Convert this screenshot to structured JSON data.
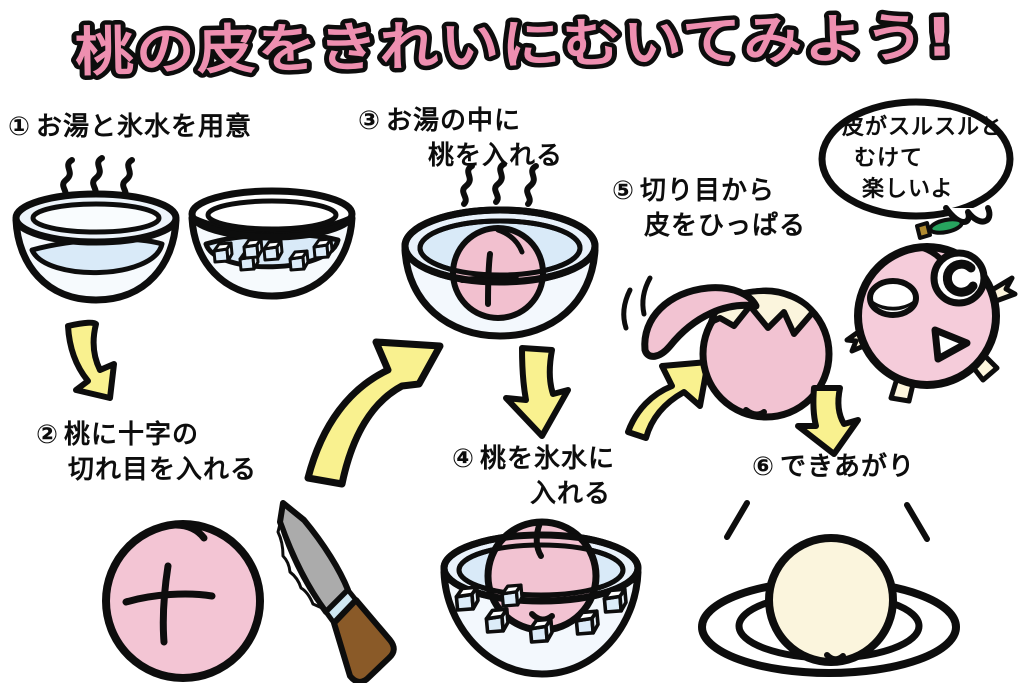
{
  "page": {
    "title": "桃の皮をきれいにむいてみよう!"
  },
  "steps": [
    {
      "num": "①",
      "lines": [
        "お湯と氷水を用意"
      ]
    },
    {
      "num": "②",
      "lines": [
        "桃に十字の",
        "切れ目を入れる"
      ]
    },
    {
      "num": "③",
      "lines": [
        "お湯の中に",
        "桃を入れる"
      ]
    },
    {
      "num": "④",
      "lines": [
        "桃を氷水に",
        "入れる"
      ]
    },
    {
      "num": "⑤",
      "lines": [
        "切り目から",
        "皮をひっぱる"
      ]
    },
    {
      "num": "⑥",
      "lines": [
        "できあがり"
      ]
    }
  ],
  "speech_bubble": {
    "lines": [
      "皮がスルスルと",
      "むけて",
      "楽しいよ"
    ]
  },
  "colors": {
    "title_pink": "#ee8fb0",
    "peach_pink": "#f3c5d4",
    "flesh_cream": "#fbf5dd",
    "water_blue": "#d9eaf8",
    "arrow_yellow": "#f9f18f",
    "leaf_green": "#27a35e",
    "knife_handle_brown": "#8a5a28",
    "outline": "#0d0d0d"
  }
}
